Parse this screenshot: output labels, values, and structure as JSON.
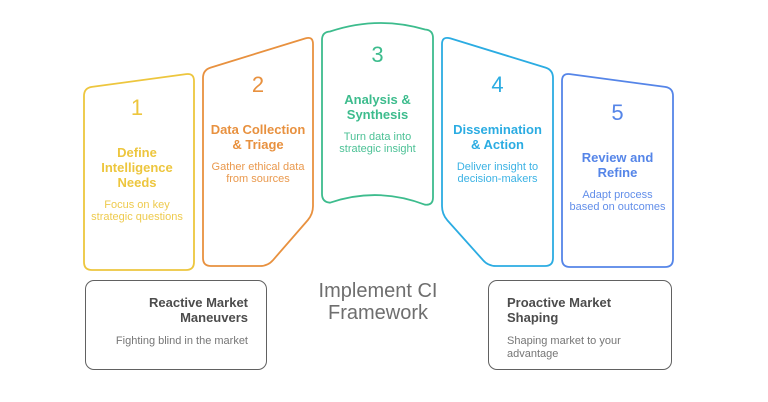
{
  "diagram_title": "Implement CI\nFramework",
  "steps": [
    {
      "number": "1",
      "title": "Define\nIntelligence\nNeeds",
      "subtitle": "Focus on key\nstrategic questions",
      "color": "#EDC63E"
    },
    {
      "number": "2",
      "title": "Data Collection\n& Triage",
      "subtitle": "Gather ethical data\nfrom sources",
      "color": "#E8913F"
    },
    {
      "number": "3",
      "title": "Analysis &\nSynthesis",
      "subtitle": "Turn data into\nstrategic insight",
      "color": "#3DBC8D"
    },
    {
      "number": "4",
      "title": "Dissemination\n& Action",
      "subtitle": "Deliver insight to\ndecision-makers",
      "color": "#2BACE2"
    },
    {
      "number": "5",
      "title": "Review and\nRefine",
      "subtitle": "Adapt process\nbased on outcomes",
      "color": "#5585E8"
    }
  ],
  "outcomes": {
    "before": {
      "title": "Reactive Market\nManeuvers",
      "subtitle": "Fighting blind in the market"
    },
    "after": {
      "title": "Proactive Market\nShaping",
      "subtitle": "Shaping market to your\nadvantage"
    }
  },
  "colors": {
    "text_gray": "#6e6e6e",
    "box_border": "#616161",
    "box_title": "#4c4c4c",
    "box_subtitle": "#767676"
  }
}
